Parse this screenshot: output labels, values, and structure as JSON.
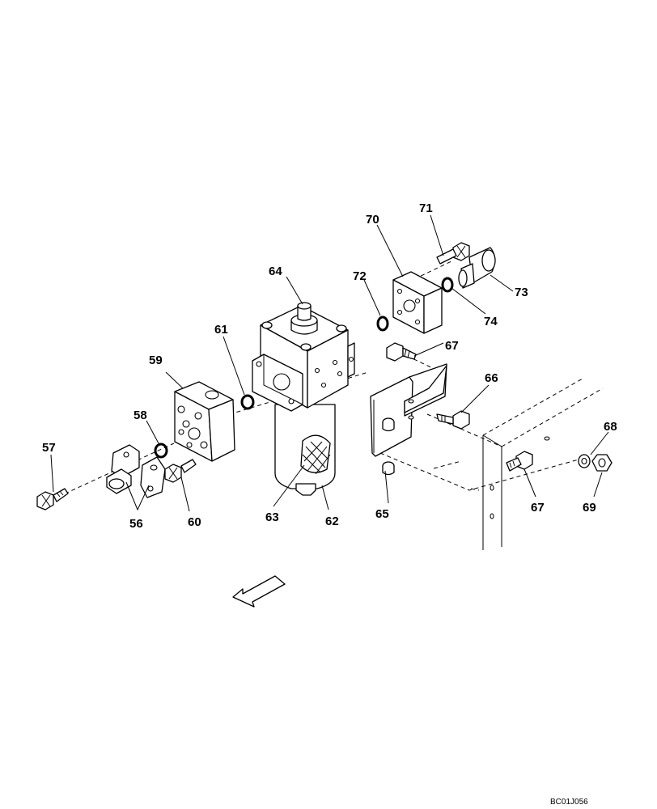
{
  "diagram": {
    "drawing_code": "BC01J056",
    "callouts": {
      "c56": "56",
      "c57": "57",
      "c58": "58",
      "c59": "59",
      "c60": "60",
      "c61": "61",
      "c62": "62",
      "c63": "63",
      "c64": "64",
      "c65": "65",
      "c66": "66",
      "c67a": "67",
      "c67b": "67",
      "c68": "68",
      "c69": "69",
      "c70": "70",
      "c71": "71",
      "c72": "72",
      "c73": "73",
      "c74": "74"
    }
  }
}
